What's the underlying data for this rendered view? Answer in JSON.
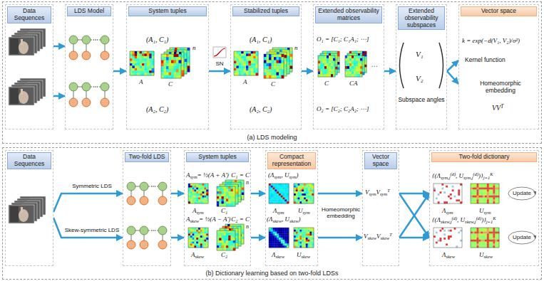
{
  "diagram": {
    "nodes": [
      {
        "text": [
          "(a) LDS modeling"
        ]
      },
      {
        "text": [
          "Data Sequences"
        ],
        "in": 0
      },
      {
        "text": [
          "LDS Model"
        ],
        "in": 0
      },
      {
        "text": [
          "System tuples"
        ],
        "in": 0
      },
      {
        "text": [
          "Stabilized tuples"
        ],
        "in": 0
      },
      {
        "text": [
          "Extended observability matrices"
        ],
        "in": 0
      },
      {
        "text": [
          "Extended observability subspaces"
        ],
        "in": 0
      },
      {
        "text": [
          "Vector space"
        ],
        "in": 0
      },
      {
        "text": [
          "(b) Dictionary learning based on two-fold LDSs"
        ]
      },
      {
        "text": [
          "Data Sequences"
        ],
        "in": 8
      },
      {
        "text": [
          "Two-fold LDS"
        ],
        "in": 8
      },
      {
        "text": [
          "System tuples"
        ],
        "in": 8
      },
      {
        "text": [
          "Compact representation"
        ],
        "in": 8
      },
      {
        "text": [
          "Vector space"
        ],
        "in": 8
      },
      {
        "text": [
          "Two-fold dictionary"
        ],
        "in": 8
      },
      {
        "text": [
          "Update"
        ],
        "in": 14
      },
      {
        "text": [
          "Update"
        ],
        "in": 14
      }
    ],
    "edges": [
      {
        "from": 1,
        "to": 2,
        "arrow": "to"
      },
      {
        "from": 1,
        "to": 2,
        "arrow": "to"
      },
      {
        "from": 2,
        "to": 3,
        "arrow": "to"
      },
      {
        "from": 3,
        "to": 4,
        "label": "SN",
        "arrow": "to"
      },
      {
        "from": 4,
        "to": 5,
        "arrow": "to"
      },
      {
        "from": 5,
        "to": 6,
        "arrow": "to"
      },
      {
        "from": 6,
        "to": 7,
        "arrow": "to"
      },
      {
        "from": 6,
        "to": 7,
        "arrow": "to"
      },
      {
        "from": 9,
        "to": 10,
        "label": "Symmetric LDS",
        "arrow": "to"
      },
      {
        "from": 9,
        "to": 10,
        "label": "Skew-symmetric LDS",
        "arrow": "to"
      },
      {
        "from": 10,
        "to": 11,
        "arrow": "to"
      },
      {
        "from": 10,
        "to": 11,
        "arrow": "to"
      },
      {
        "from": 11,
        "to": 12,
        "arrow": "to"
      },
      {
        "from": 11,
        "to": 12,
        "arrow": "to"
      },
      {
        "from": 12,
        "to": 13,
        "arrow": "to"
      },
      {
        "from": 12,
        "to": 13,
        "arrow": "to"
      },
      {
        "from": 13,
        "to": 14,
        "arrow": "to"
      },
      {
        "from": 13,
        "to": 14,
        "arrow": "to"
      },
      {
        "from": 13,
        "to": 14,
        "arrow": "to"
      },
      {
        "from": 13,
        "to": 14,
        "arrow": "to"
      }
    ],
    "labels": [
      "(A₁, C₁)",
      "n",
      "A",
      "C",
      "(A₂, C₂)",
      "(A₁, C₁)",
      "n",
      "A",
      "C",
      "(A₂, C₂)",
      "O₁ = [C₁; C₁A₁; ⋯]",
      "C",
      "CA",
      "⋯",
      "O₂ = [C₂; C₂A₂; ⋯]",
      "V₁",
      "V₂",
      "Subspace angles",
      "k = exp(−d(V₁, V₂)/σ²)",
      "Kernel function",
      "Homeomorphic embedding",
      "VV",
      "T",
      "A",
      "sym",
      "= ½(A + A′)",
      "C₁ = C",
      "n",
      "A",
      "sym",
      "C₁",
      "A",
      "skew",
      "= ½(A − A′)",
      "C₂ = C",
      "n",
      "A",
      "skew",
      "C₂",
      "(Λ",
      "sym",
      ", U",
      "sym",
      ")",
      "Λ",
      "sym",
      "U",
      "sym",
      "(Λ",
      "skew",
      ", U",
      "skew",
      ")",
      "Λ",
      "skew",
      "U",
      "skew",
      "Homeomorphic embedding",
      "V",
      "sym",
      "V",
      "sym",
      "T",
      "V",
      "skew",
      "V",
      "skew",
      "T",
      "{(Λ",
      "sym,j",
      "(d)",
      ", U",
      "sym,j",
      "(d)",
      ")}",
      "j=1",
      "K",
      "Λ",
      "sym",
      "U",
      "sym",
      "{(Λ",
      "skew,j",
      "(d)",
      ", U",
      "skew,j",
      "(d)",
      ")}",
      "j=1",
      "K",
      "Λ",
      "skew",
      "U",
      "skew"
    ]
  }
}
